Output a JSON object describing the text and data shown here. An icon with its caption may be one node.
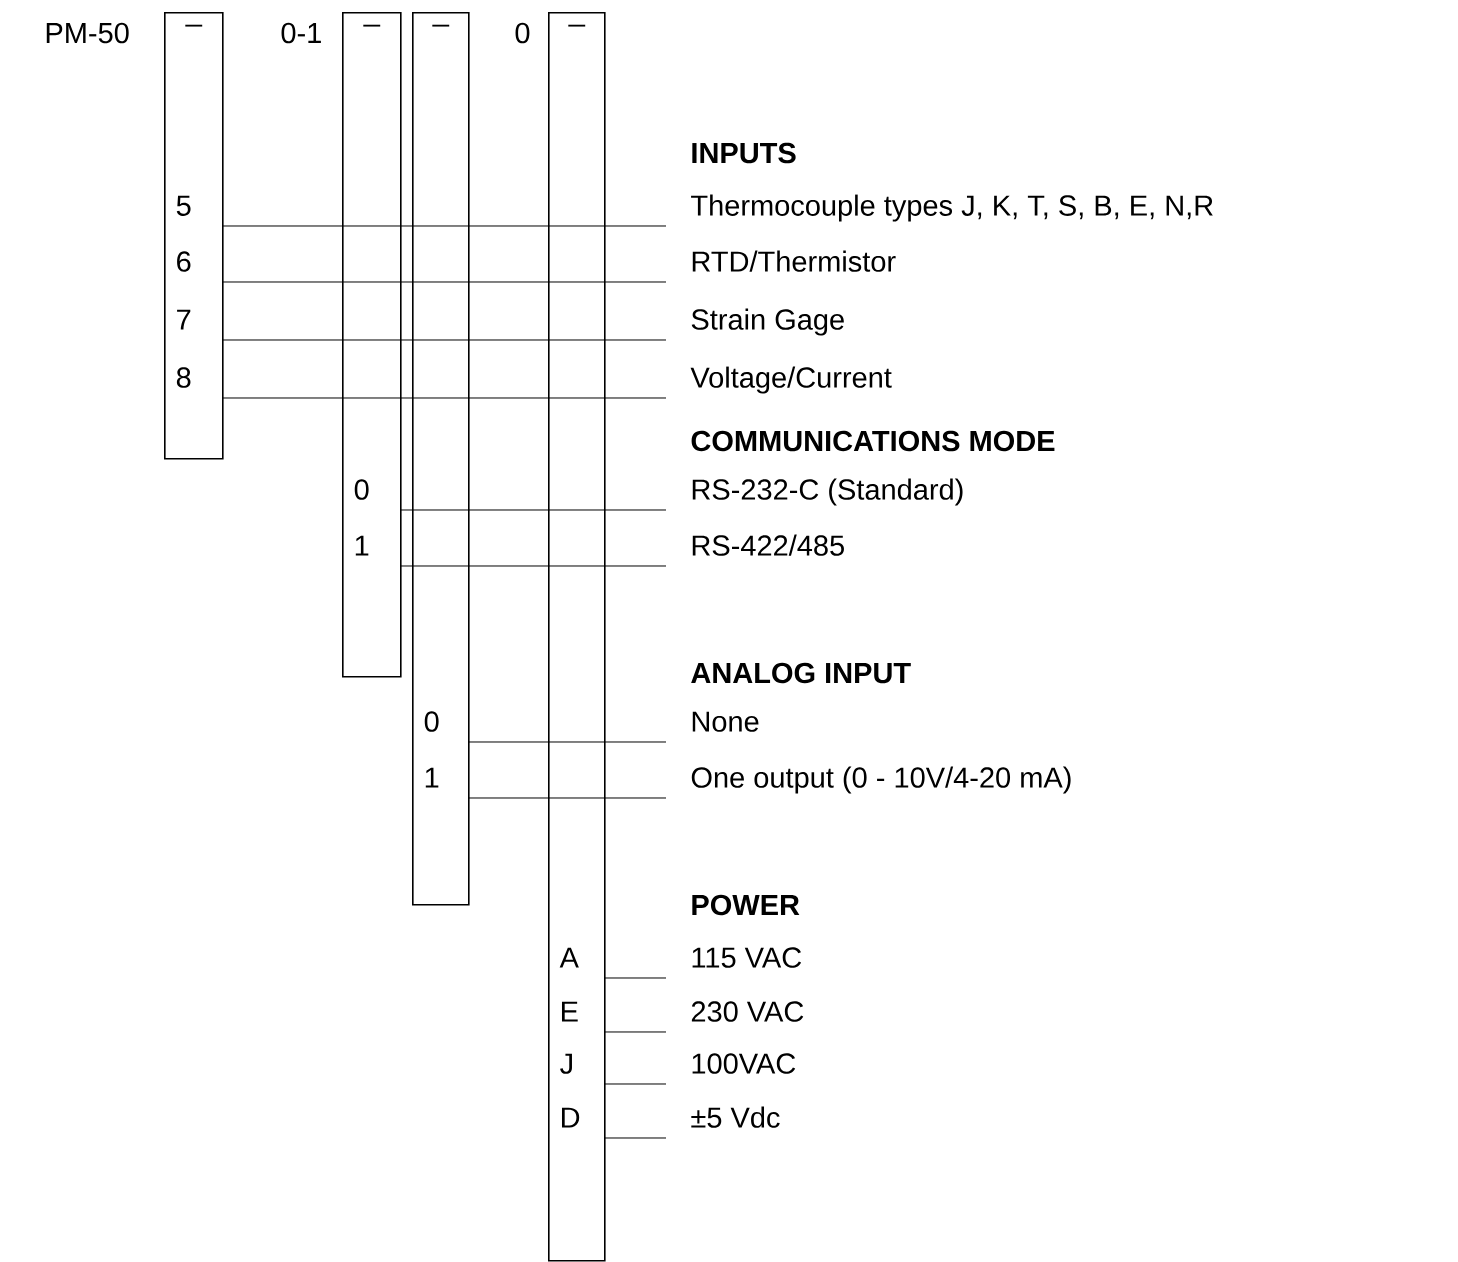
{
  "diagram": {
    "nodes": [
      {
        "text": [
          "_"
        ]
      },
      {
        "text": [
          "_"
        ]
      },
      {
        "text": [
          "_"
        ]
      },
      {
        "text": [
          "_"
        ]
      },
      {
        "text": [
          "5"
        ],
        "in": 0
      },
      {
        "text": [
          "6"
        ],
        "in": 0
      },
      {
        "text": [
          "7"
        ],
        "in": 0
      },
      {
        "text": [
          "8"
        ],
        "in": 0
      },
      {
        "text": [
          "0"
        ],
        "in": 1
      },
      {
        "text": [
          "1"
        ],
        "in": 1
      },
      {
        "text": [
          "0"
        ],
        "in": 2
      },
      {
        "text": [
          "1"
        ],
        "in": 2
      },
      {
        "text": [
          "A"
        ],
        "in": 3
      },
      {
        "text": [
          "E"
        ],
        "in": 3
      },
      {
        "text": [
          "J"
        ],
        "in": 3
      },
      {
        "text": [
          "D"
        ],
        "in": 3
      },
      {
        "text": [
          "Thermocouple types J, K, T, S, B, E, N,R"
        ]
      },
      {
        "text": [
          "RTD/Thermistor"
        ]
      },
      {
        "text": [
          "Strain Gage"
        ]
      },
      {
        "text": [
          "Voltage/Current"
        ]
      },
      {
        "text": [
          "RS-232-C (Standard)"
        ]
      },
      {
        "text": [
          "RS-422/485"
        ]
      },
      {
        "text": [
          "None"
        ]
      },
      {
        "text": [
          "One output (0 - 10V/4-20 mA)"
        ]
      },
      {
        "text": [
          "115 VAC"
        ]
      },
      {
        "text": [
          "230 VAC"
        ]
      },
      {
        "text": [
          "100VAC"
        ]
      },
      {
        "text": [
          "±5 Vdc"
        ]
      }
    ],
    "edges": [
      {
        "from": 4,
        "to": 16,
        "arrow": "none"
      },
      {
        "from": 5,
        "to": 17,
        "arrow": "none"
      },
      {
        "from": 6,
        "to": 18,
        "arrow": "none"
      },
      {
        "from": 7,
        "to": 19,
        "arrow": "none"
      },
      {
        "from": 8,
        "to": 20,
        "arrow": "none"
      },
      {
        "from": 9,
        "to": 21,
        "arrow": "none"
      },
      {
        "from": 10,
        "to": 22,
        "arrow": "none"
      },
      {
        "from": 11,
        "to": 23,
        "arrow": "none"
      },
      {
        "from": 12,
        "to": 24,
        "arrow": "none"
      },
      {
        "from": 13,
        "to": 25,
        "arrow": "none"
      },
      {
        "from": 14,
        "to": 26,
        "arrow": "none"
      },
      {
        "from": 15,
        "to": 27,
        "arrow": "none"
      }
    ],
    "labels": [
      "PM-50",
      "0-1",
      "0",
      "INPUTS",
      "COMMUNICATIONS MODE",
      "ANALOG INPUT",
      "POWER"
    ]
  }
}
